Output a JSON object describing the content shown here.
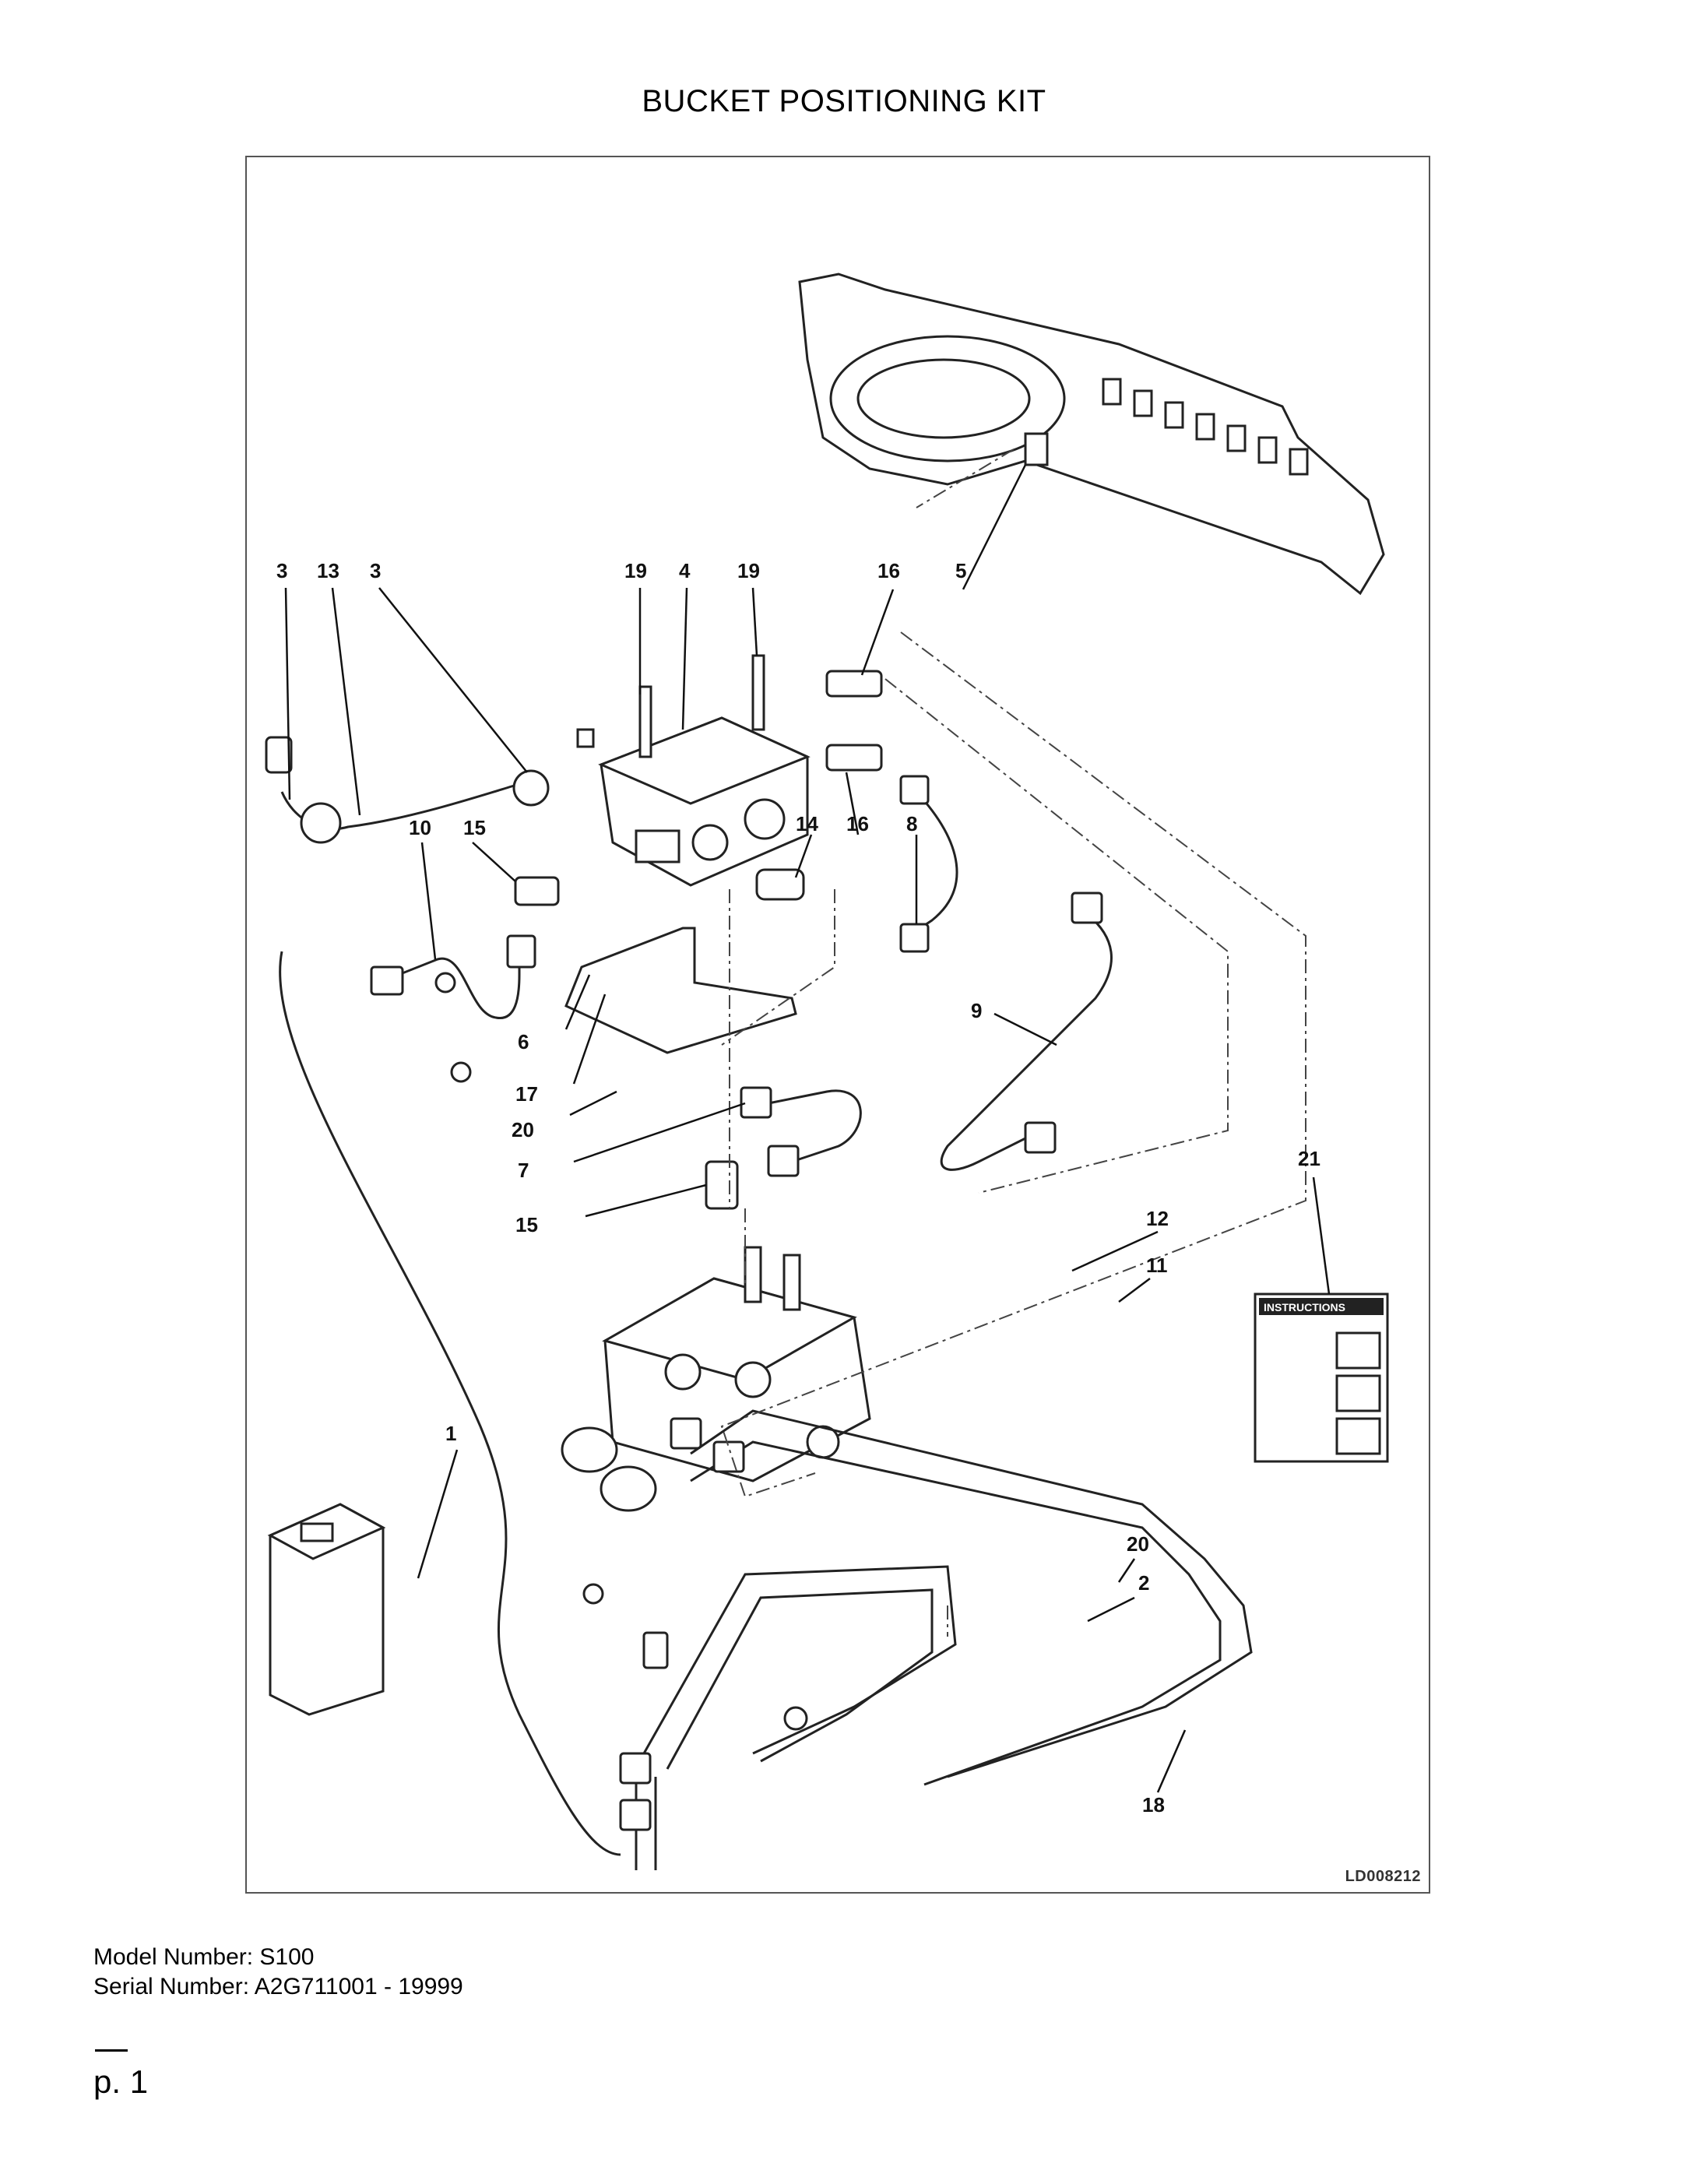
{
  "title": "BUCKET POSITIONING KIT",
  "figure_code": "LD008212",
  "callouts": [
    "3",
    "13",
    "3",
    "19",
    "4",
    "19",
    "16",
    "5",
    "10",
    "15",
    "14",
    "16",
    "8",
    "6",
    "17",
    "9",
    "20",
    "7",
    "15",
    "21",
    "12",
    "11",
    "1",
    "20",
    "2",
    "18"
  ],
  "instructions_label": "INSTRUCTIONS",
  "model_label": "Model Number: S100",
  "serial_label": "Serial Number: A2G711001 - 19999",
  "page_label": "p. 1"
}
